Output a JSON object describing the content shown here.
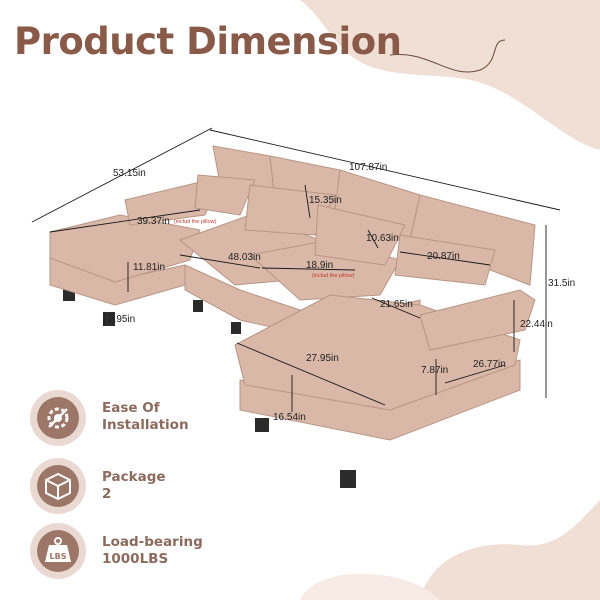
{
  "title": "Product Dimension",
  "dimensions": {
    "depth_chaise": "53.15in",
    "total_length": "107.87in",
    "chaise_inner": "39.37in",
    "chaise_inner_note": "(includ the pillow)",
    "pillow_height": "15.35in",
    "seat_inner": "10.63in",
    "cushion_width": "48.03in",
    "seat_depth": "18.9in",
    "seat_depth_note": "(includ the pillow)",
    "pillow_width": "20.87in",
    "seat_height": "11.81in",
    "total_height": "31.5in",
    "arm_depth": "21.65in",
    "leg_height": "2.95in",
    "back_height": "22.44in",
    "chaise_length": "27.95in",
    "arm_height": "7.87in",
    "arm_width": "26.77in",
    "ottoman_height": "16.54in"
  },
  "features": [
    {
      "icon": "gear-wrench-icon",
      "line1": "Ease Of",
      "line2": "Installation"
    },
    {
      "icon": "package-box-icon",
      "line1": "Package",
      "line2": "2"
    },
    {
      "icon": "weight-lbs-icon",
      "line1": "Load-bearing",
      "line2": "1000LBS"
    }
  ],
  "colors": {
    "title": "#8a5a48",
    "accent": "#9c7666",
    "sofa": "#d9b8a8",
    "background_blob": "#ecd9cd"
  }
}
